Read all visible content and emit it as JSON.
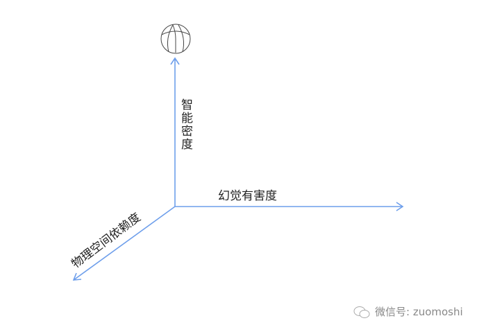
{
  "axes": {
    "vertical": "智能密度",
    "horizontal": "幻觉有害度",
    "depth": "物理空间依赖度"
  },
  "icon": "ball-icon",
  "watermark": "微信号: zuomoshi",
  "colors": {
    "axis": "#6d9eeb",
    "text": "#222222",
    "watermark": "#888888"
  }
}
